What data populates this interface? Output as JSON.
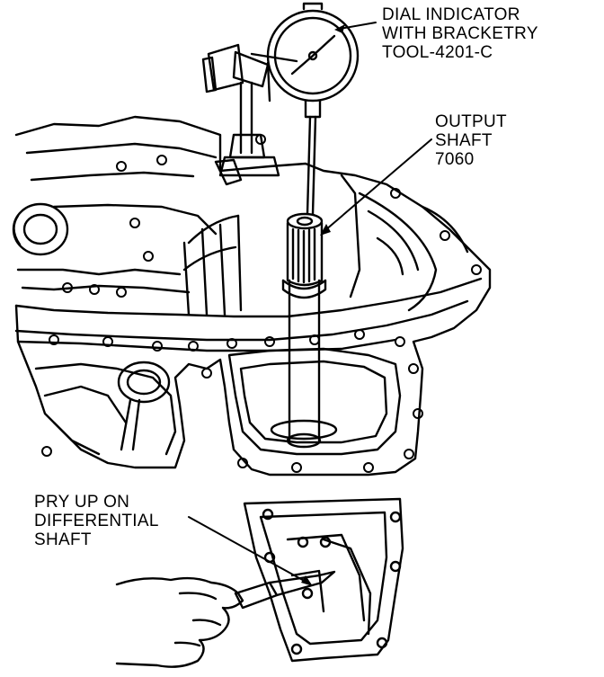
{
  "callouts": {
    "dial_indicator": [
      "DIAL INDICATOR",
      "WITH BRACKETRY",
      "TOOL-4201-C"
    ],
    "output_shaft": [
      "OUTPUT",
      "SHAFT",
      "7060"
    ],
    "pry_up": [
      "PRY UP ON",
      "DIFFERENTIAL",
      "SHAFT"
    ]
  },
  "colors": {
    "ink": "#000000",
    "paper": "#ffffff"
  }
}
